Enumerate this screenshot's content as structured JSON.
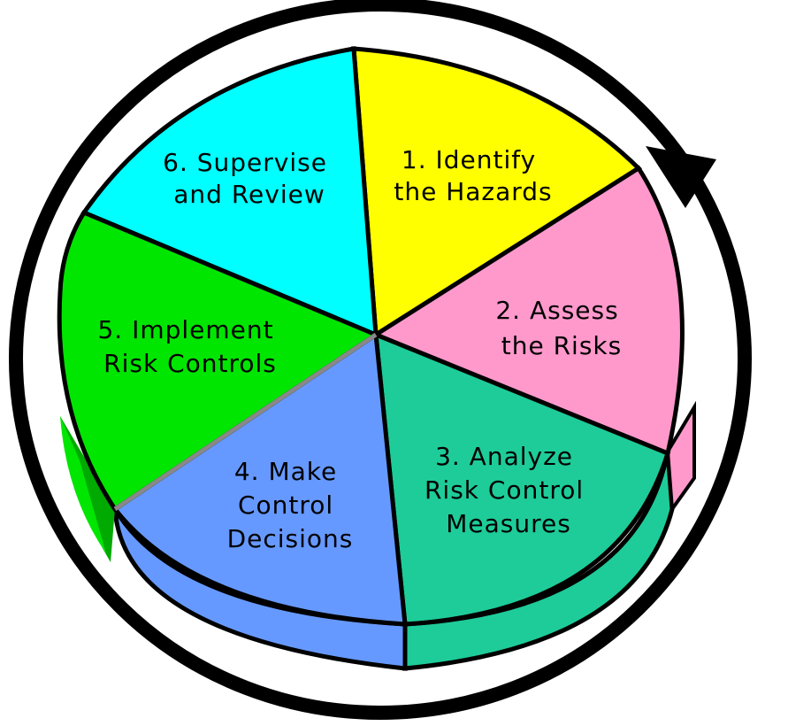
{
  "diagram": {
    "steps": [
      {
        "label_lines": [
          "1. Identify",
          "the Hazards"
        ],
        "color": "#FFFF00"
      },
      {
        "label_lines": [
          "2. Assess",
          "the Risks"
        ],
        "color": "#FF99CC"
      },
      {
        "label_lines": [
          "3. Analyze",
          "Risk Control",
          "Measures"
        ],
        "color": "#1ECC99"
      },
      {
        "label_lines": [
          "4. Make",
          "Control",
          "Decisions"
        ],
        "color": "#6699FF"
      },
      {
        "label_lines": [
          "5. Implement",
          "Risk Controls"
        ],
        "color": "#00E600"
      },
      {
        "label_lines": [
          "6. Supervise",
          "and Review"
        ],
        "color": "#00FFFF"
      }
    ],
    "flow_direction": "clockwise"
  }
}
